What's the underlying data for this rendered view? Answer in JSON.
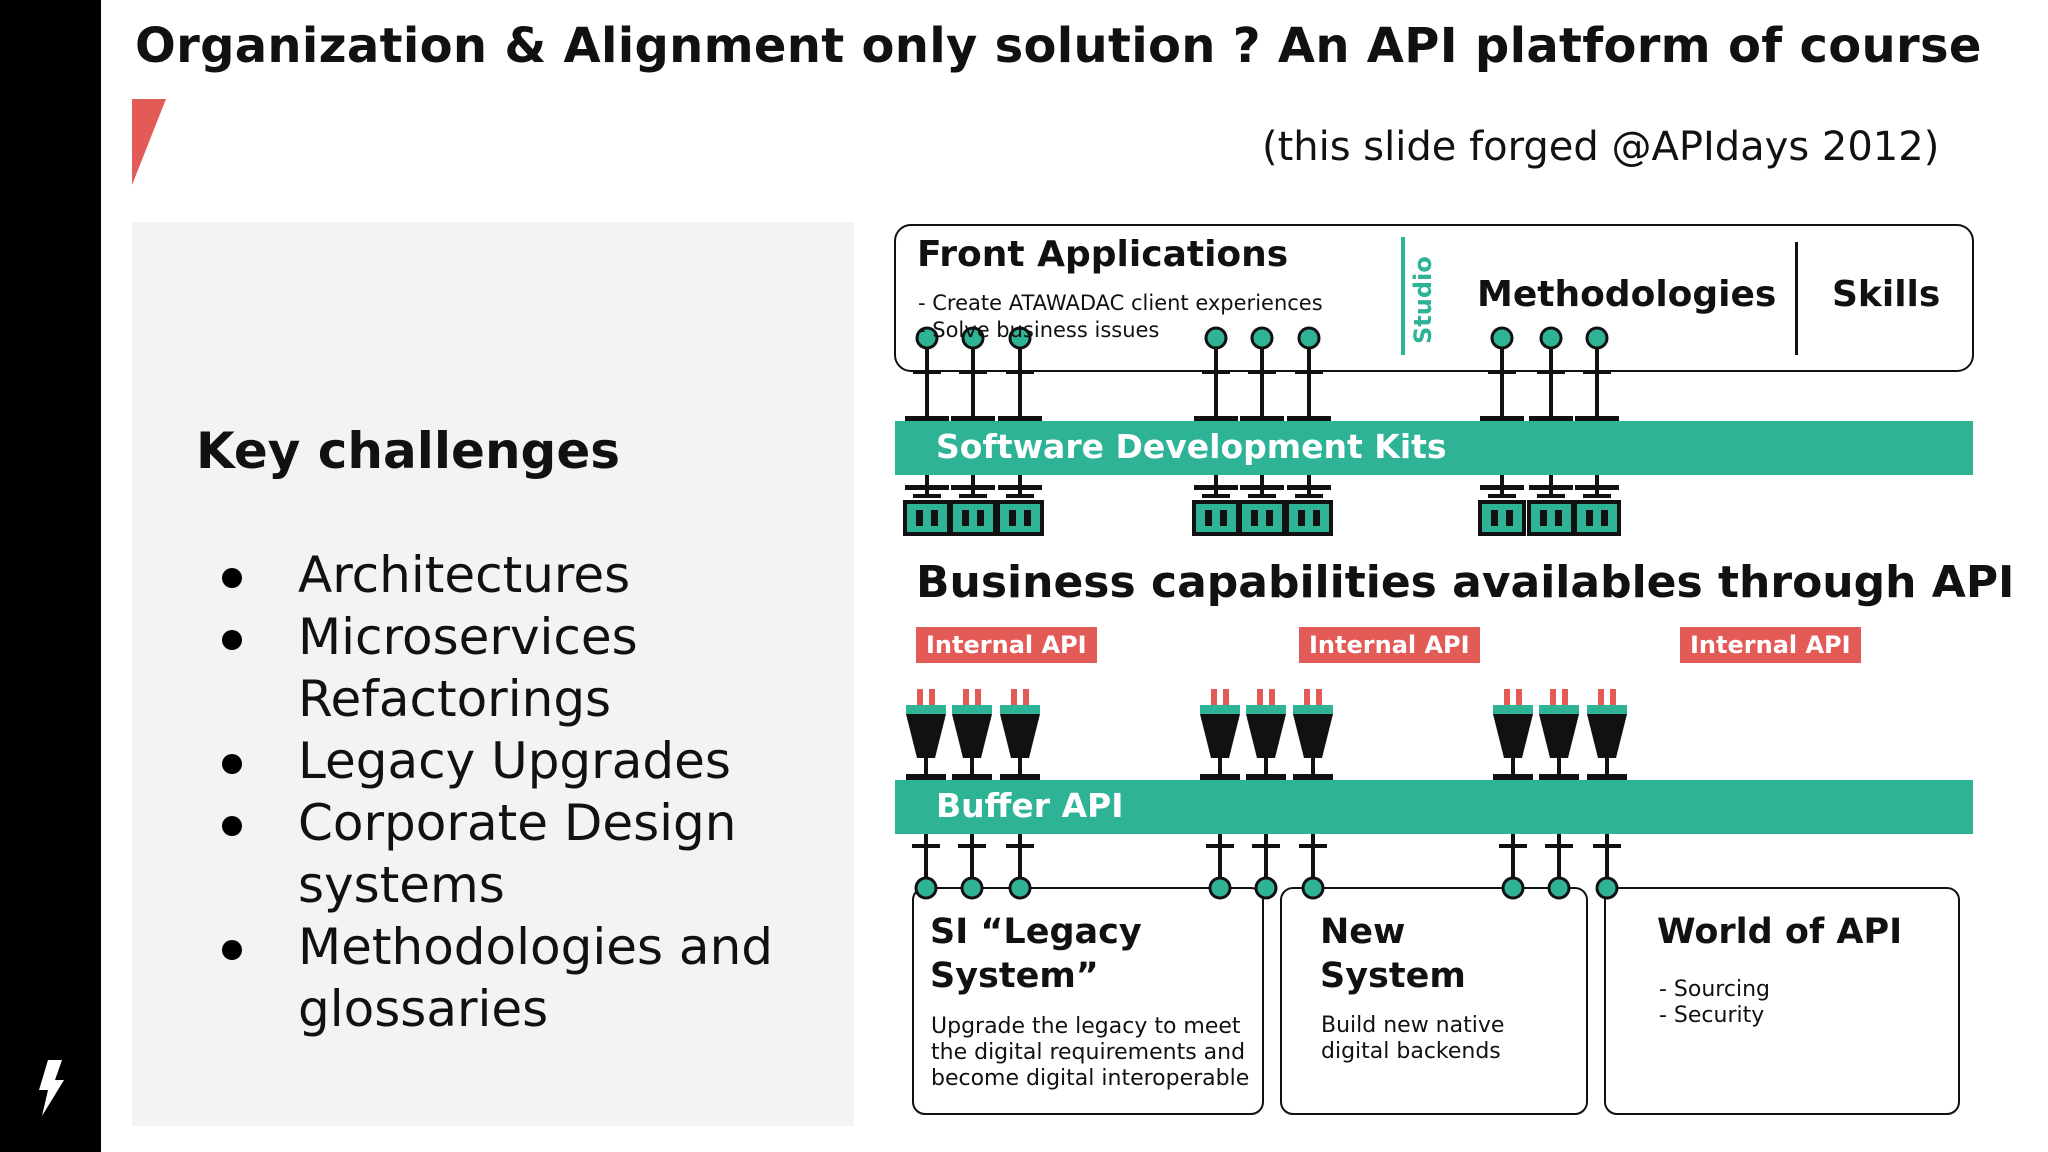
{
  "slide": {
    "title": "Organization & Alignment only solution ? An API platform of course",
    "subtitle": "(this slide forged @APIdays 2012)"
  },
  "panel": {
    "heading": "Key challenges",
    "bullets": [
      "Architectures",
      "Microservices Refactorings",
      "Legacy Upgrades",
      "Corporate Design systems",
      "Methodologies and glossaries"
    ]
  },
  "diagram": {
    "front": {
      "title": "Front Applications",
      "items": [
        "- Create ATAWADAC client experiences",
        "- Solve business issues"
      ]
    },
    "studio_label": "Studio",
    "methodologies_label": "Methodologies",
    "skills_label": "Skills",
    "sdk_label": "Software Development Kits",
    "business_label": "Business capabilities availables through API",
    "internal_api_label": "Internal API",
    "buffer_label": "Buffer API",
    "systems": [
      {
        "title_lines": [
          "SI “Legacy",
          "System”"
        ],
        "desc_lines": [
          "Upgrade the legacy to meet",
          "the digital requirements and",
          "become digital interoperable"
        ]
      },
      {
        "title_lines": [
          "New",
          "System"
        ],
        "desc_lines": [
          "Build new native",
          "digital backends"
        ]
      },
      {
        "title_lines": [
          "World of API"
        ],
        "desc_lines": [
          "- Sourcing",
          "- Security"
        ]
      }
    ],
    "colors": {
      "teal": "#2eb396",
      "red": "#e35b56",
      "black": "#111111"
    },
    "icons": [
      "plug-icon",
      "socket-icon",
      "power-plug-icon"
    ]
  }
}
